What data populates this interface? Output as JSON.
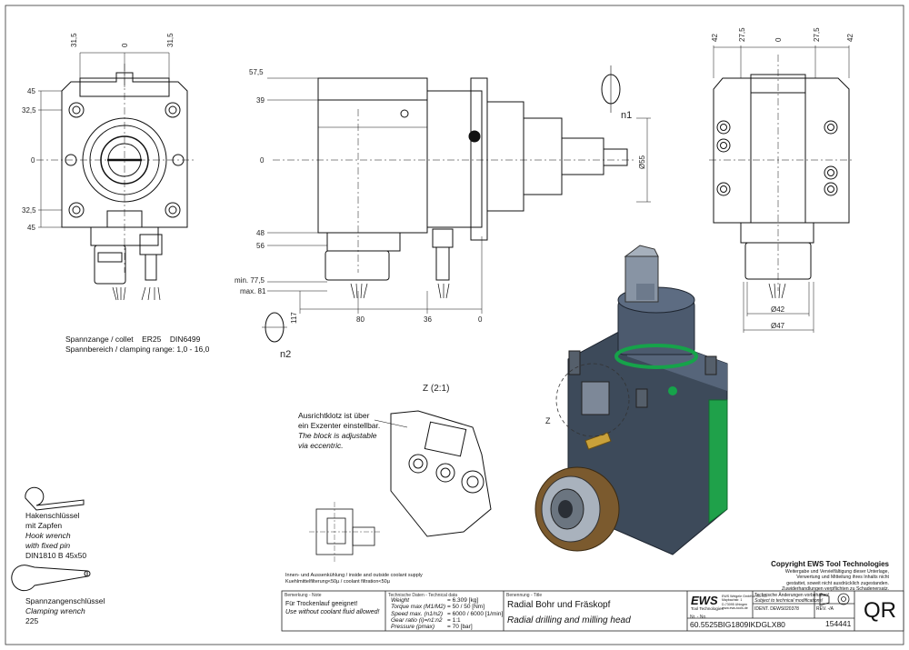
{
  "dims": {
    "front_top": [
      "31,5",
      "0",
      "31,5"
    ],
    "front_left": [
      "45",
      "32,5",
      "0",
      "32,5",
      "45"
    ],
    "side_left": [
      "57,5",
      "39",
      "0",
      "48",
      "56"
    ],
    "side_min": "min. 77,5",
    "side_max": "max. 81",
    "side_bottom": [
      "117",
      "80",
      "36",
      "0"
    ],
    "diameter_55": "Ø55",
    "right_top": [
      "42",
      "27,5",
      "0",
      "27,5",
      "42"
    ],
    "dia_42": "Ø42",
    "dia_47": "Ø47",
    "n1": "n1",
    "n2": "n2"
  },
  "collet": {
    "line1": "Spannzange / collet    ER25    DIN6499",
    "line2": "Spannbereich / clamping range: 1,0 - 16,0"
  },
  "detail": {
    "title": "Z (2:1)",
    "z_label": "Z",
    "note_de_1": "Ausrichtklotz ist über",
    "note_de_2": "ein Exzenter einstellbar.",
    "note_en_1": "The block is adjustable",
    "note_en_2": "via eccentric."
  },
  "coolant": {
    "line1": "Innen- und Aussenkühlung / inside and outside coolant supply",
    "line2": "Kuehlmittelfilterung<50µ / coolant filtration<50µ"
  },
  "wrenches": {
    "hook_de_1": "Hakenschlüssel",
    "hook_de_2": "mit Zapfen",
    "hook_en_1": "Hook wrench",
    "hook_en_2": "with fixed pin",
    "hook_norm": "DIN1810 B 45x50",
    "clamp_de": "Spannzangenschlüssel",
    "clamp_en": "Clamping wrench",
    "clamp_size": "225"
  },
  "copyright": {
    "head": "Copyright EWS Tool Technologies",
    "lines": [
      "Weitergabe und Vervielfältigung dieser Unterlage,",
      "Verwertung und Mitteilung ihres Inhalts nicht",
      "gestattet, soweit nicht ausdrücklich zugestanden.",
      "Zuwiderhandlungen verpflichten zu Schadenersatz."
    ]
  },
  "titleblock": {
    "remark_label": "Bemerkung - Note",
    "remark_1": "Für Trockenlauf geeignet!",
    "remark_2": "Use without coolant fluid allowed!",
    "tech_label": "Technische Daten - Technical data",
    "tech_rows": [
      {
        "label": "Weight",
        "value": "= 6.309 [kg]"
      },
      {
        "label": "Torque max (M1/M2)",
        "value": "= 50 / 50 [Nm]"
      },
      {
        "label": "Speed max.  (n1/n2)",
        "value": "= 6000 / 6000 [1/min]"
      },
      {
        "label": "Gear ratio  (i)=n1:n2",
        "value": "= 1:1"
      },
      {
        "label": "Pressure      (pmax)",
        "value": "= 70 [bar]"
      }
    ],
    "title_label": "Benennung - Title",
    "title_de": "Radial Bohr und Fräskopf",
    "title_en": "Radial drilling and milling head",
    "logo": "EWS",
    "logo_sub": "Tool Technologies",
    "company_lines": [
      "EWS Weigele GmbH & Co. KG",
      "Maybachstr. 1",
      "D-73095 Uhingen",
      "www.ews-tools.de"
    ],
    "change_1": "Technische Änderungen vorbehalten!",
    "change_2": "Subject to technical modifications!",
    "ident": "IDENT. DEWS020378",
    "rev": "REV. -/A",
    "nr_label": "Nr. - No.",
    "part_no": "60.5525BIG1809IKDGLX80",
    "sheet_no": "154441",
    "qr": "QR"
  }
}
